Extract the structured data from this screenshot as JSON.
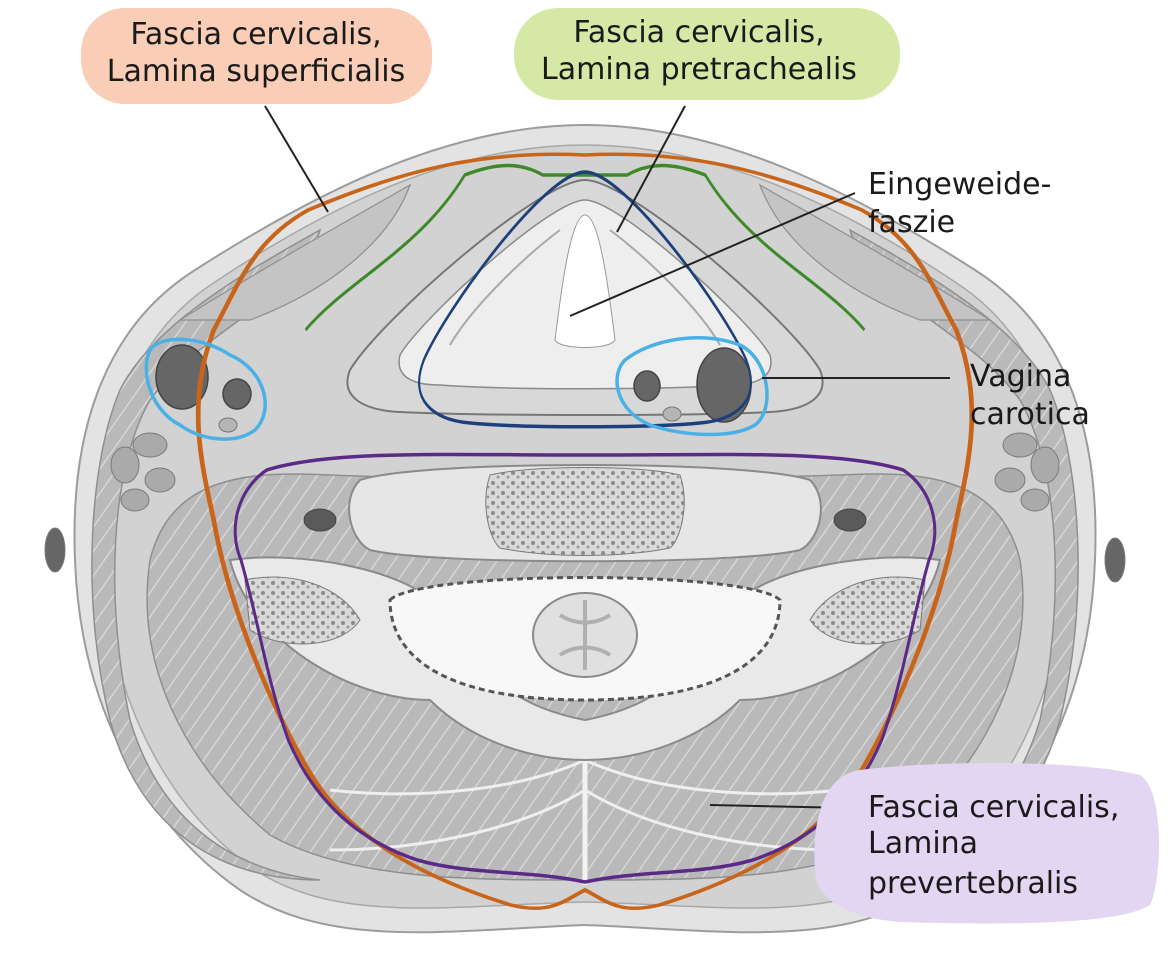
{
  "labels": {
    "superficialis": {
      "line1": "Fascia cervicalis,",
      "line2": "Lamina superficialis"
    },
    "pretrachealis": {
      "line1": "Fascia cervicalis,",
      "line2": "Lamina pretrachealis"
    },
    "eingeweide": {
      "line1": "Eingeweide-",
      "line2": "faszie"
    },
    "carotica": {
      "line1": "Vagina",
      "line2": "carotica"
    },
    "prevertebralis": {
      "line1": "Fascia cervicalis,",
      "line2": "Lamina",
      "line3": "prevertebralis"
    }
  },
  "colors": {
    "superficialis": "#c8651b",
    "pretrachealis": "#3e8a2a",
    "eingeweide": "#1d3f7a",
    "carotica": "#4ab1e6",
    "prevertebralis": "#5a2a86",
    "superficialis_box": "#f9cdb6",
    "pretrachealis_box": "#d5e8a6",
    "prevertebralis_box": "#e3d6f2"
  }
}
